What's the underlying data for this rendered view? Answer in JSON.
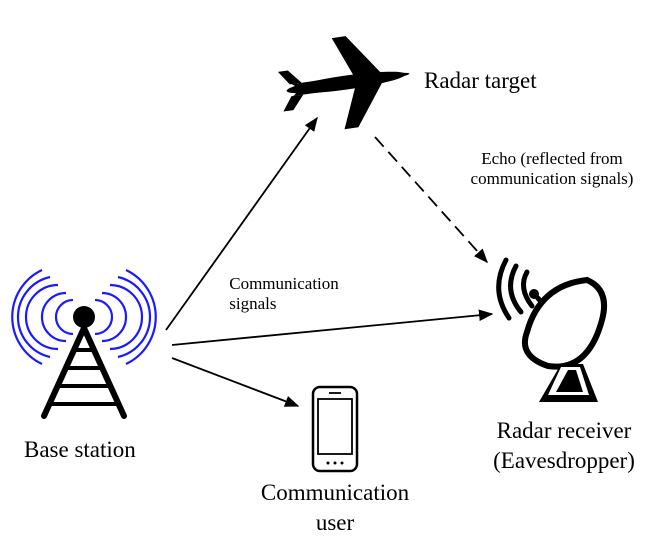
{
  "nodes": {
    "radar_target": {
      "label": "Radar target",
      "icon": "airplane-icon"
    },
    "base_station": {
      "label": "Base station",
      "icon": "radio-tower-icon"
    },
    "communication_user": {
      "label_line1": "Communication",
      "label_line2": "user",
      "icon": "smartphone-icon"
    },
    "radar_receiver": {
      "label_line1": "Radar receiver",
      "label_line2": "(Eavesdropper)",
      "icon": "satellite-dish-icon"
    }
  },
  "edges": {
    "communication_signals": {
      "label_line1": "Communication",
      "label_line2": "signals"
    },
    "echo": {
      "label_line1": "Echo (reflected from",
      "label_line2": "communication signals)",
      "style": "dashed"
    }
  },
  "colors": {
    "waves": "#1a1aff",
    "ink": "#000000"
  }
}
